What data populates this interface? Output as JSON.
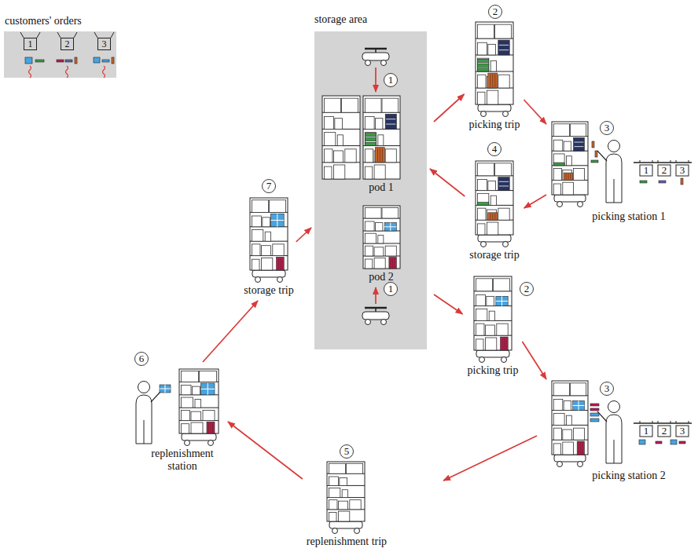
{
  "diagram": {
    "nodes": [
      {
        "text": [
          "customers' orders"
        ]
      },
      {
        "text": [
          "1"
        ],
        "in": 0
      },
      {
        "text": [
          "2"
        ],
        "in": 0
      },
      {
        "text": [
          "3"
        ],
        "in": 0
      },
      {
        "text": [
          "storage area"
        ]
      },
      {
        "text": [
          "pod 1"
        ],
        "in": 4
      },
      {
        "text": [
          "pod 2"
        ],
        "in": 4
      },
      {
        "text": [
          "picking trip"
        ]
      },
      {
        "text": [
          "picking station 1"
        ]
      },
      {
        "text": [
          "storage trip"
        ]
      },
      {
        "text": [
          "picking trip"
        ]
      },
      {
        "text": [
          "picking station 2"
        ]
      },
      {
        "text": [
          "replenishment station"
        ]
      },
      {
        "text": [
          "storage trip"
        ]
      },
      {
        "text": [
          "replenishment trip"
        ]
      }
    ],
    "edges": [
      {
        "from": 4,
        "to": 7,
        "arrow": "to"
      },
      {
        "from": 7,
        "to": 8,
        "arrow": "to"
      },
      {
        "from": 8,
        "to": 9,
        "arrow": "to"
      },
      {
        "from": 9,
        "to": 4,
        "arrow": "to"
      },
      {
        "from": 4,
        "to": 10,
        "arrow": "to"
      },
      {
        "from": 10,
        "to": 11,
        "arrow": "to"
      },
      {
        "from": 11,
        "to": 14,
        "arrow": "to"
      },
      {
        "from": 14,
        "to": 12,
        "arrow": "to"
      },
      {
        "from": 12,
        "to": 13,
        "arrow": "to"
      },
      {
        "from": 13,
        "to": 4,
        "arrow": "to"
      }
    ],
    "labels": [
      "1",
      "1",
      "2",
      "3",
      "1",
      "2",
      "3",
      "4",
      "2",
      "3",
      "1",
      "2",
      "3",
      "5",
      "6",
      "7"
    ]
  }
}
